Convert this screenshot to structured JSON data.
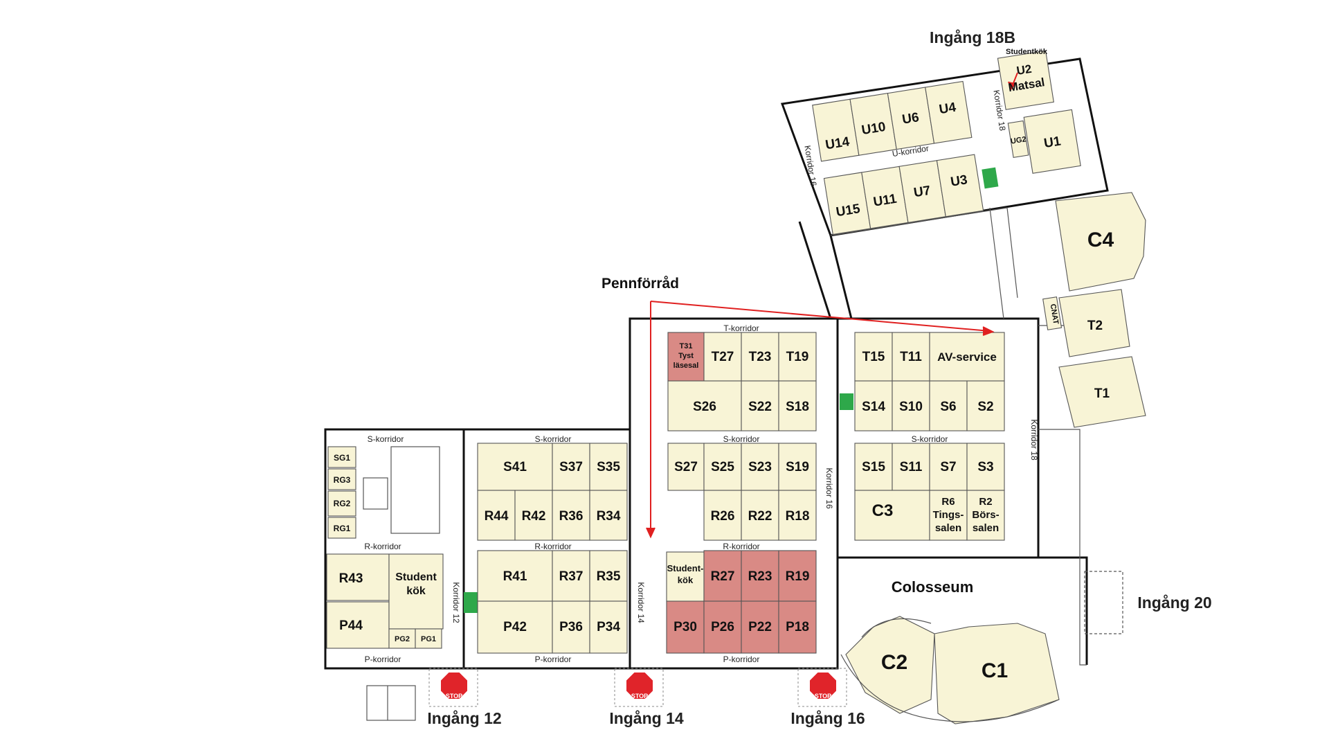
{
  "entrances": {
    "i18b": "Ingång 18B",
    "i12": "Ingång 12",
    "i14": "Ingång 14",
    "i16": "Ingång 16",
    "i20": "Ingång 20"
  },
  "annotations": {
    "pennforrad": "Pennförråd",
    "studentkok": "Studentkök",
    "colosseum": "Colosseum",
    "stop_text": "STOP"
  },
  "corridors": {
    "s_left": "S-korridor",
    "s_mid": "S-korridor",
    "s_center": "S-korridor",
    "s_right": "S-korridor",
    "r_left": "R-korridor",
    "r_mid": "R-korridor",
    "r_center": "R-korridor",
    "p_left": "P-korridor",
    "p_mid": "P-korridor",
    "p_center": "P-korridor",
    "t": "T-korridor",
    "u": "U-korridor",
    "k12": "Korridor 12",
    "k14": "Korridor 14",
    "k16": "Korridor 16",
    "k16_top": "Korridor 16",
    "k18": "Korridor 18",
    "k18_top": "Korridor 18"
  },
  "rooms": {
    "sg1": "SG1",
    "rg3": "RG3",
    "rg2": "RG2",
    "rg1": "RG1",
    "r43": "R43",
    "p44": "P44",
    "student_kok_1": "Student",
    "student_kok_2": "kök",
    "pg2": "PG2",
    "pg1": "PG1",
    "s41": "S41",
    "s37": "S37",
    "s35": "S35",
    "r44": "R44",
    "r42": "R42",
    "r36": "R36",
    "r34": "R34",
    "r41": "R41",
    "r37": "R37",
    "r35": "R35",
    "p42": "P42",
    "p36": "P36",
    "p34": "P34",
    "t31_1": "T31",
    "t31_2": "Tyst",
    "t31_3": "läsesal",
    "t27": "T27",
    "t23": "T23",
    "t19": "T19",
    "s26": "S26",
    "s22": "S22",
    "s18": "S18",
    "s27": "S27",
    "s25": "S25",
    "s23": "S23",
    "s19": "S19",
    "r26": "R26",
    "r22": "R22",
    "r18": "R18",
    "sk2_1": "Student-",
    "sk2_2": "kök",
    "r27": "R27",
    "r23": "R23",
    "r19": "R19",
    "p30": "P30",
    "p26": "P26",
    "p22": "P22",
    "p18": "P18",
    "t15": "T15",
    "t11": "T11",
    "av": "AV-service",
    "s14": "S14",
    "s10": "S10",
    "s6": "S6",
    "s2": "S2",
    "s15": "S15",
    "s11": "S11",
    "s7": "S7",
    "s3": "S3",
    "c3": "C3",
    "r6_1": "R6",
    "r6_2": "Tings-",
    "r6_3": "salen",
    "r2_1": "R2",
    "r2_2": "Börs-",
    "r2_3": "salen",
    "u14": "U14",
    "u10": "U10",
    "u6": "U6",
    "u4": "U4",
    "u15": "U15",
    "u11": "U11",
    "u7": "U7",
    "u3": "U3",
    "u2_1": "U2",
    "u2_2": "Matsal",
    "ug2": "UG2",
    "u1": "U1",
    "c4": "C4",
    "cnat": "CNAT",
    "t2": "T2",
    "t1": "T1",
    "c2": "C2",
    "c1": "C1"
  },
  "highlight_color": "#d98a85",
  "room_color": "#f8f4d6",
  "arrow_color": "#e02020",
  "stop_color": "#e0242a"
}
